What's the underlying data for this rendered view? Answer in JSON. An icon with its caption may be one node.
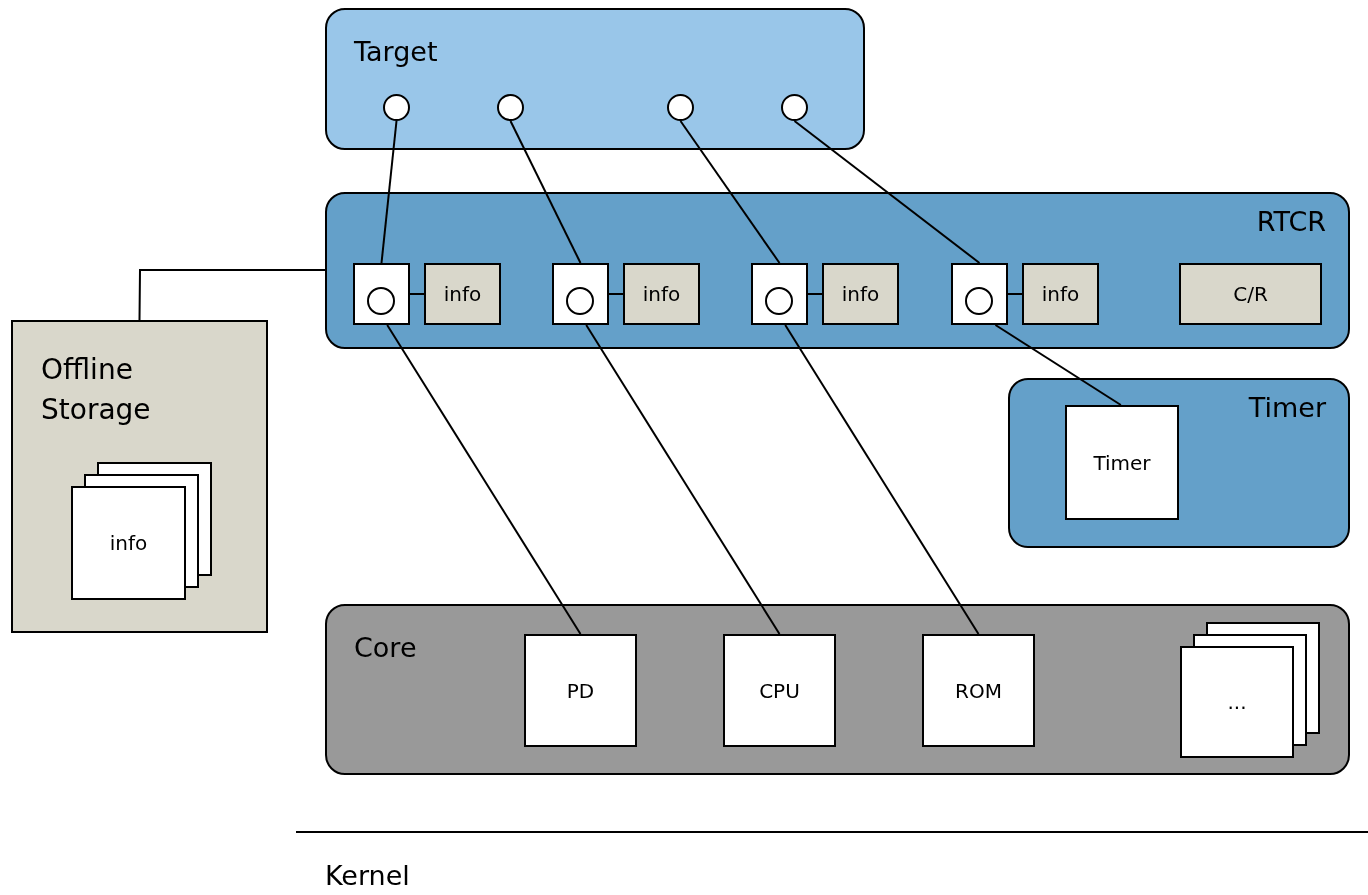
{
  "diagram": {
    "nodes": [
      {
        "text": [
          "Target"
        ]
      },
      {
        "text": [],
        "shape": "circle",
        "in": 0
      },
      {
        "text": [],
        "shape": "circle",
        "in": 0
      },
      {
        "text": [],
        "shape": "circle",
        "in": 0
      },
      {
        "text": [],
        "shape": "circle",
        "in": 0
      },
      {
        "text": [
          "RTCR"
        ]
      },
      {
        "text": [],
        "shape": "box",
        "in": 5
      },
      {
        "text": [],
        "shape": "circle",
        "in": 6
      },
      {
        "text": [
          "info"
        ],
        "in": 5
      },
      {
        "text": [],
        "shape": "box",
        "in": 5
      },
      {
        "text": [],
        "shape": "circle",
        "in": 9
      },
      {
        "text": [
          "info"
        ],
        "in": 5
      },
      {
        "text": [],
        "shape": "box",
        "in": 5
      },
      {
        "text": [],
        "shape": "circle",
        "in": 12
      },
      {
        "text": [
          "info"
        ],
        "in": 5
      },
      {
        "text": [],
        "shape": "box",
        "in": 5
      },
      {
        "text": [],
        "shape": "circle",
        "in": 15
      },
      {
        "text": [
          "info"
        ],
        "in": 5
      },
      {
        "text": [
          "C/R"
        ],
        "in": 5
      },
      {
        "text": [
          "Offline Storage"
        ]
      },
      {
        "text": [
          "info"
        ],
        "in": 19
      },
      {
        "text": [
          "Timer"
        ]
      },
      {
        "text": [
          "Timer"
        ],
        "in": 21
      },
      {
        "text": [
          "Core"
        ]
      },
      {
        "text": [
          "PD"
        ],
        "in": 23
      },
      {
        "text": [
          "CPU"
        ],
        "in": 23
      },
      {
        "text": [
          "ROM"
        ],
        "in": 23
      },
      {
        "text": [
          "..."
        ],
        "in": 23
      }
    ],
    "edges": [
      {
        "from": 1,
        "to": 6,
        "arrow": "none"
      },
      {
        "from": 2,
        "to": 9,
        "arrow": "none"
      },
      {
        "from": 3,
        "to": 12,
        "arrow": "none"
      },
      {
        "from": 4,
        "to": 15,
        "arrow": "none"
      },
      {
        "from": 6,
        "to": 8,
        "arrow": "none"
      },
      {
        "from": 9,
        "to": 11,
        "arrow": "none"
      },
      {
        "from": 12,
        "to": 14,
        "arrow": "none"
      },
      {
        "from": 15,
        "to": 17,
        "arrow": "none"
      },
      {
        "from": 6,
        "to": 24,
        "arrow": "none"
      },
      {
        "from": 9,
        "to": 25,
        "arrow": "none"
      },
      {
        "from": 12,
        "to": 26,
        "arrow": "none"
      },
      {
        "from": 15,
        "to": 22,
        "arrow": "none"
      },
      {
        "from": 19,
        "to": 5,
        "arrow": "none"
      }
    ],
    "labels": [
      "Kernel"
    ]
  }
}
